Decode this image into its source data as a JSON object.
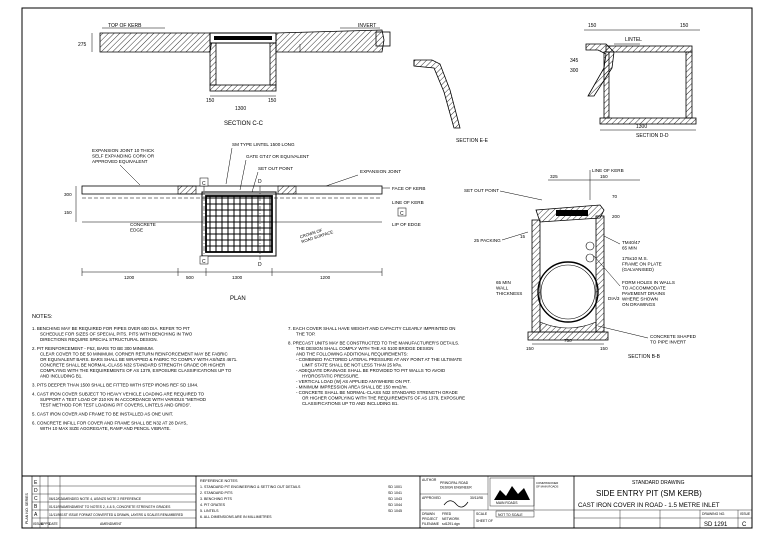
{
  "section_cc": {
    "title": "SECTION C-C",
    "top_of_kerb": "TOP OF KERB",
    "invert": "INVERT",
    "dim_275": "275",
    "dim_150a": "150",
    "dim_150b": "150",
    "dim_1300": "1300"
  },
  "section_ee": {
    "title": "SECTION E-E"
  },
  "section_dd": {
    "title": "SECTION D-D",
    "lintel": "LINTEL",
    "dim_150a": "150",
    "dim_150b": "150",
    "dim_345": "345",
    "dim_300": "300",
    "dim_1300": "1300"
  },
  "plan": {
    "title": "PLAN",
    "expansion_joint_note": "EXPANSION JOINT 10 THICK SELF EXPANDING CORK OR APPROVED EQUIVALENT",
    "sm_type_lintel": "SM TYPE LINTEL 1500 LONG",
    "gate": "GATE GT47 OR EQUIVALENT",
    "set_out_point": "SET OUT POINT",
    "expansion_joint": "EXPANSION JOINT",
    "face_of_kerb": "FACE OF KERB",
    "line_of_kerb": "LINE OF KERB",
    "lip_of_edge": "LIP OF EDGE",
    "concrete_edge": "CONCRETE EDGE",
    "crown_note": "CROWN OF ROAD SURFACE",
    "label_c1": "C",
    "label_c2": "C",
    "label_d1": "D",
    "label_d2": "D",
    "dim_300": "300",
    "dim_150": "150",
    "dim_1200": "1200",
    "dim_500": "500",
    "dim_1300": "1300",
    "dim_1200b": "1200"
  },
  "section_bb": {
    "title": "SECTION B-B",
    "line_of_kerb": "LINE OF KERB",
    "set_out_point": "SET OUT POINT",
    "packing": "25 PACKING",
    "tm40": "TM40/47 65 MIN",
    "frame": "175x10 M.S. FRAME ON PLATE (GALVANISED)",
    "form_holes": "FORM HOLES IN WALLS TO ACCOMMODATE PAVEMENT DRAINS WHERE SHOWN ON DRAWINGS",
    "min_wall": "65 MIN WALL THICKNESS",
    "concrete_shaped": "CONCRETE SHAPED TO PIPE INVERT",
    "dim_325": "325",
    "dim_150": "150",
    "dim_70": "70",
    "dim_200": "200",
    "dim_15": "15",
    "dim_dia": "DIA/3",
    "dim_150b": "150",
    "dim_150c": "150",
    "dim_750": "750"
  },
  "notes": {
    "heading": "NOTES:",
    "left": [
      "1. BENCHING MAY BE REQUIRED FOR PIPES OVER 600 DIA. REFER TO PIT SCHEDULE FOR SIZES OF SPECIAL PITS. PITS WITH BENCHING IN TWO DIRECTIONS REQUIRE SPECIAL STRUCTURAL DESIGN.",
      "2. PIT REINFORCEMENT - F62, BARS TO BE 300 MINIMUM. CLEAR COVER TO BE 50 MINIMUM. CORNER RETURN REINFORCEMENT MAY BE FABRIC OR EQUIVALENT BARS. BARS SHALL BE WRAPPED & FABRIC TO COMPLY WITH AS/NZS 4671. CONCRETE SHALL BE NORMAL-CLASS N32 STANDARD STRENGTH GRADE OR HIGHER COMPLYING WITH THE REQUIREMENTS OF AS 1379, EXPOSURE CLASSIFICATIONS UP TO AND INCLUDING B1.",
      "3. PITS DEEPER THAN 1500 SHALL BE FITTED WITH STEP IRONS REF SD 1044.",
      "4. CAST IRON COVER SUBJECT TO HEAVY VEHICLE LOADING ARE REQUIRED TO SUPPORT A TEST LOAD OF 210 KN IN ACCORDANCE WITH VARIOUS \"METHOD TEST METHOD FOR TEST LOADING PIT COVERS, LINTELS AND GRIDS\".",
      "5. CAST IRON COVER AND FRAME TO BE INSTALLED AS ONE UNIT.",
      "6. CONCRETE INFILL FOR COVER AND FRAME SHALL BE N32 AT 28 DAYS, WITH 10 MAX SIZE AGGREGATE, RAMP AND PENCIL VIBRATE."
    ],
    "right": [
      "7. EACH COVER SHALL HAVE WEIGHT AND CAPACITY CLEARLY IMPRINTED ON THE TOP.",
      "8. PRECAST UNITS MAY BE CONSTRUCTED TO THE MANUFACTURER'S DETAILS. THE DESIGN SHALL COMPLY WITH THE AS 5100 BRIDGE DESIGN AND THE FOLLOWING ADDITIONAL REQUIREMENTS:",
      "- COMBINED FACTORED LATERAL PRESSURE AT ANY POINT AT THE ULTIMATE LIMIT STATE SHALL BE NOT LESS THAN 25 kPa.",
      "- ADEQUATE DRAINAGE SHALL BE PROVIDED TO PIT WALLS TO AVOID HYDROSTATIC PRESSURE.",
      "- VERTICAL LOAD (W) AS APPLIED ANYWHERE ON PIT.",
      "- MINIMUM IMPRESSION AREA SHALL BE 150 mm2/m.",
      "- CONCRETE SHALL BE NORMAL-CLASS N32 STANDARD STRENGTH GRADE OR HIGHER COMPLYING WITH THE REQUIREMENTS OF AS 1379, EXPOSURE CLASSIFICATIONS UP TO AND INCLUDING B1."
    ]
  },
  "title_block": {
    "rev_letters": [
      "E",
      "D",
      "C",
      "B",
      "A"
    ],
    "rev_dates": [
      "",
      "",
      "06/12/02",
      "01/11/99",
      "11/11/98"
    ],
    "rev_text": [
      "",
      "",
      "AMENDED NOTE 4, AS/NZS NOTE 2 REFERENCE",
      "AMENDMENT TO NOTES 2, 4 & 5, CONCRETE STRENGTH GRADES",
      "1ST ISSUE FORMAT CONVERTED & DRAWN, LAYERS & SCALES RENUMBERED"
    ],
    "header_issue": "ISSUE",
    "header_appd": "APPD",
    "header_date": "DATE",
    "header_amendment": "AMENDMENT",
    "ref_heading": "REFERENCE NOTES",
    "refs": [
      "1. STANDARD PIT ENGINEERING & SETTING OUT DETAILS",
      "2. STANDARD PITS",
      "3. BENCHING PITS",
      "4. PIT GRATES",
      "5. LINTELS",
      "6. ALL DIMENSIONS ARE IN MILLIMETRES"
    ],
    "ref_nums": [
      "SD 1001",
      "SD 1041",
      "SD 1043",
      "SD 1044",
      "SD 1045",
      ""
    ],
    "author_label": "AUTHOR",
    "author_value": "PRINCIPAL ROAD DESIGN ENGINEER",
    "approved_label": "APPROVED",
    "approved_date": "30/11/98",
    "drawn_label": "DRAWN",
    "drawn_value": "FRED",
    "project_label": "PROJECT",
    "project_value": "NETWORK",
    "filename_label": "FILENAME",
    "filename_value": "sd1291.dgn",
    "scale_label": "SCALE",
    "scale_value": "NOT TO SCALE",
    "sheet_of": "SHEET OF",
    "logo_text": "MAIN ROADS",
    "dept_text": "COMMISSIONER OF MAIN ROADS",
    "std_drawing": "STANDARD DRAWING",
    "drawing_title_1": "SIDE ENTRY PIT (SM KERB)",
    "drawing_title_2": "CAST IRON COVER IN ROAD - 1.5 METRE INLET",
    "dwg_no_label": "DRAWING NO.",
    "dwg_no": "SD 1291",
    "issue_label": "ISSUE",
    "issue_value": "C",
    "side_label": "PLAN NO. SERIES"
  }
}
